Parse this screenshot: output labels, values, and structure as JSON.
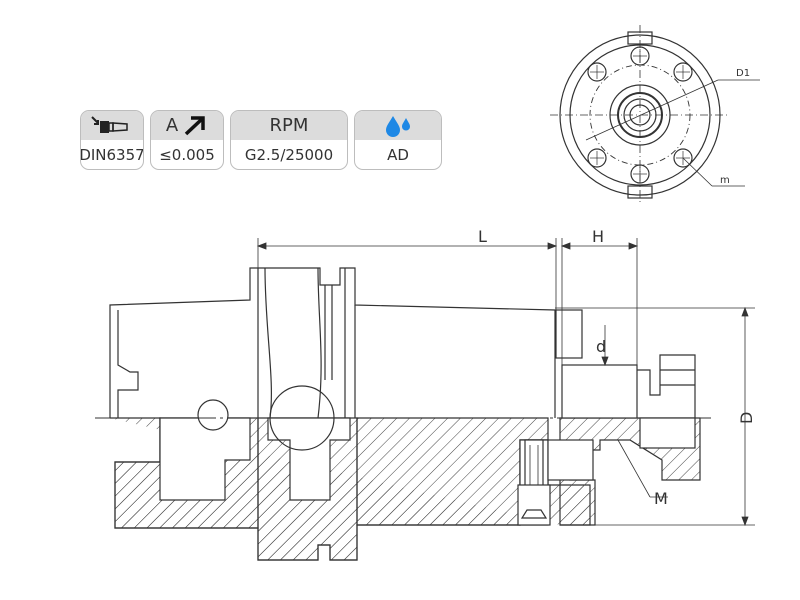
{
  "badges": [
    {
      "icon": "collet-holder-icon",
      "label": "DIN6357"
    },
    {
      "header": "A",
      "icon": "arrow-up-right-icon",
      "label": "≤0.005"
    },
    {
      "header": "RPM",
      "label": "G2.5/25000"
    },
    {
      "icon": "coolant-drops-icon",
      "label": "AD"
    }
  ],
  "dimensions": {
    "L": "L",
    "H": "H",
    "d": "d",
    "D": "D",
    "M": "M",
    "D1": "D1",
    "m": "m"
  },
  "colors": {
    "line": "#333333",
    "coolant": "#1e88e5",
    "badge_header": "#dcdcdc"
  }
}
